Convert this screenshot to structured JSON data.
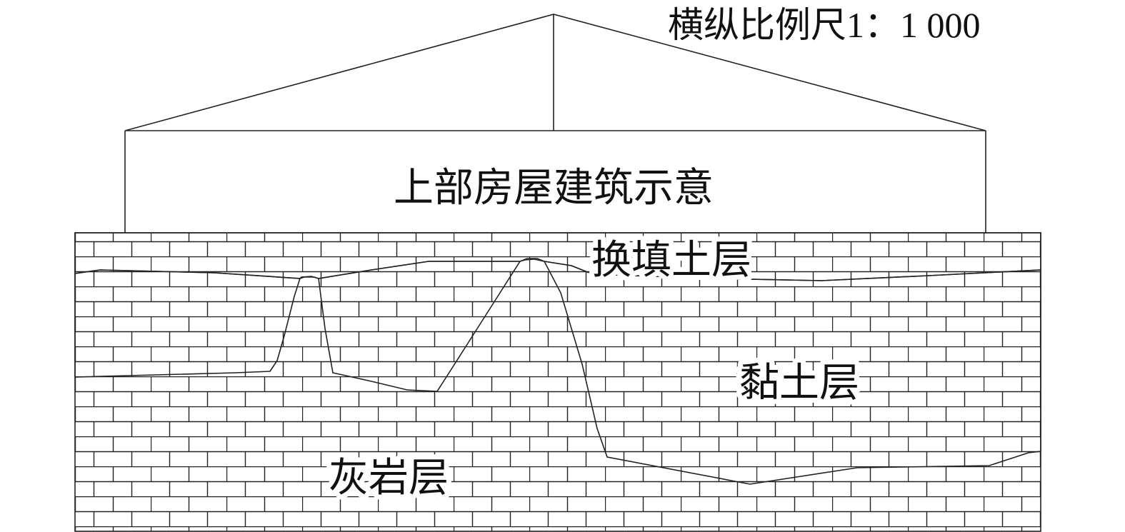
{
  "title": "横纵比例尺1：1 000",
  "building_label": "上部房屋建筑示意",
  "layers": {
    "fill_soil": "换填土层",
    "clay": "黏土层",
    "limestone": "灰岩层"
  },
  "colors": {
    "line": "#222222",
    "background": "#ffffff"
  }
}
